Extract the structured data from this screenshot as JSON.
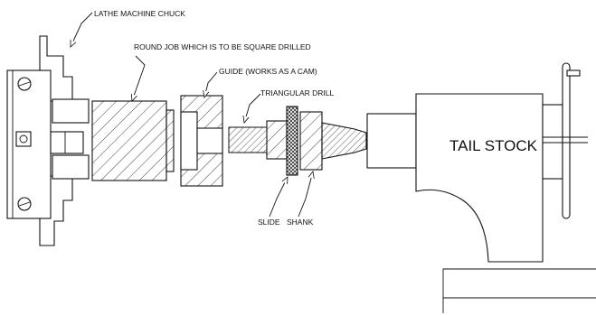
{
  "labels": {
    "chuck": "LATHE MACHINE CHUCK",
    "job": "ROUND JOB WHICH IS TO BE SQUARE DRILLED",
    "guide": "GUIDE (WORKS AS A CAM)",
    "drill": "TRIANGULAR DRILL",
    "slide": "SLIDE",
    "shank": "SHANK",
    "tailstock": "TAIL STOCK"
  },
  "colors": {
    "stroke": "#111111",
    "background": "#ffffff"
  }
}
